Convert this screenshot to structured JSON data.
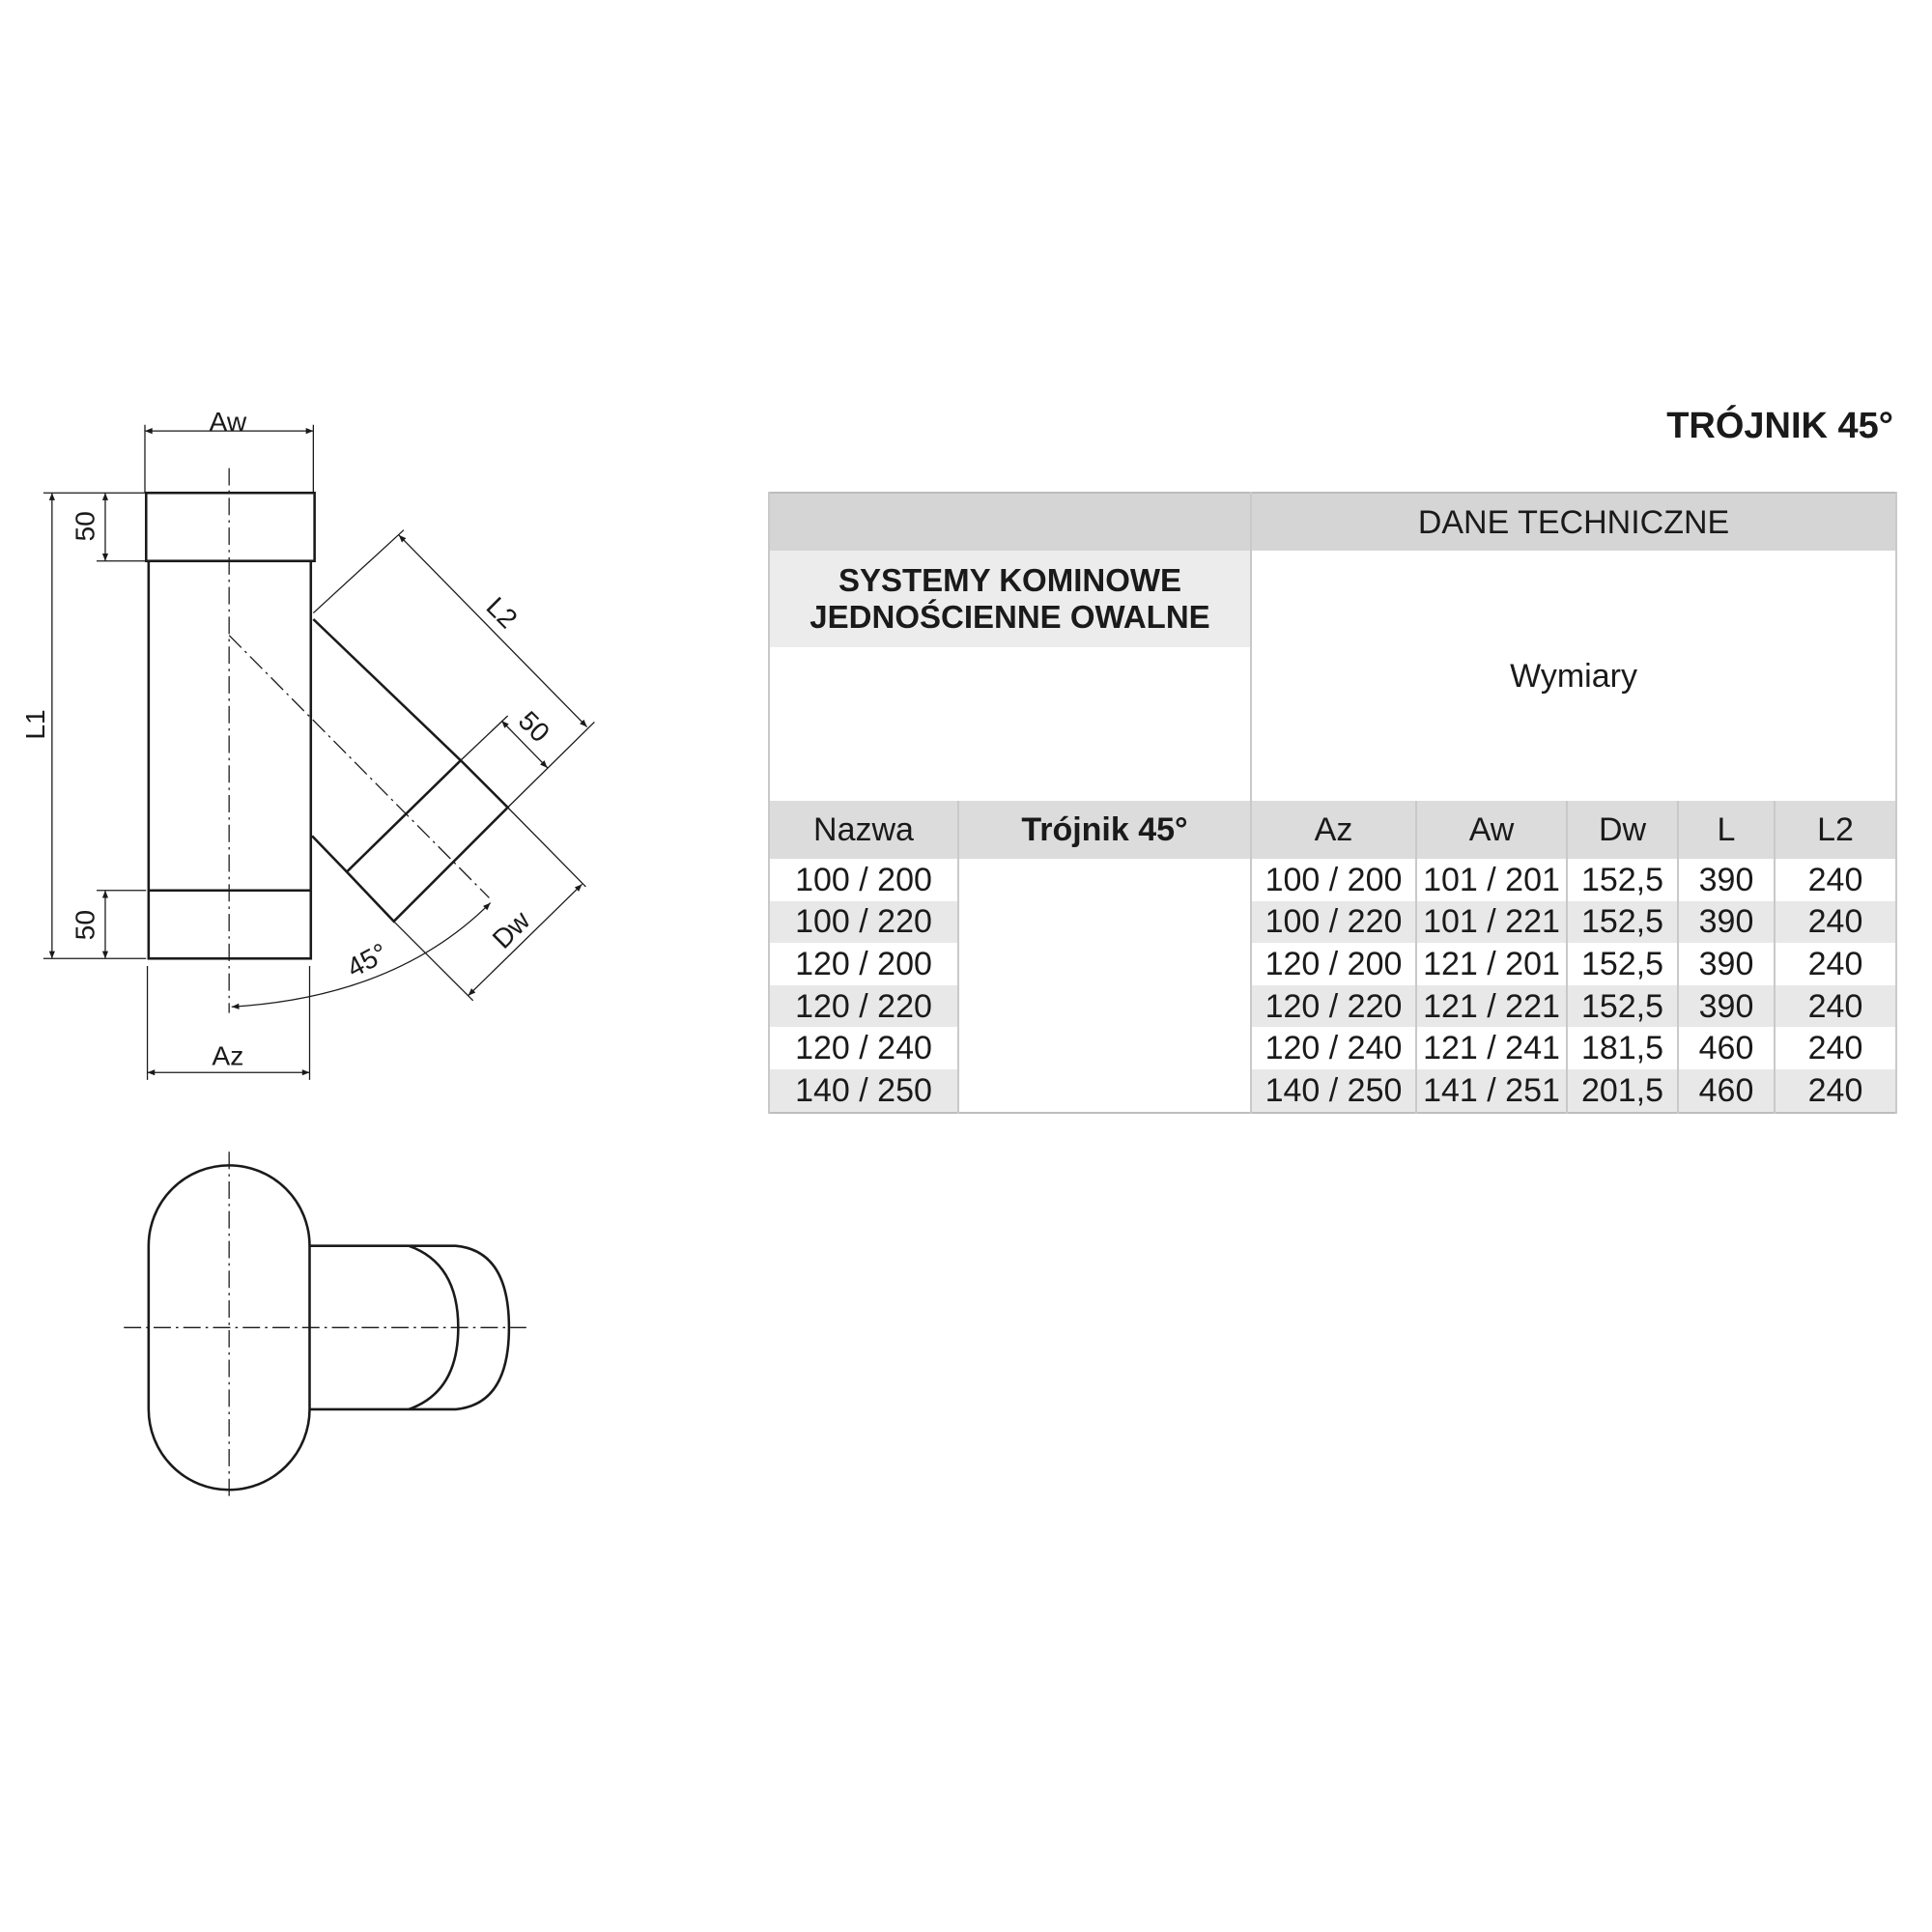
{
  "title": "TRÓJNIK 45°",
  "drawing": {
    "labels": {
      "aw": "Aw",
      "az": "Az",
      "l1": "L1",
      "l2": "L2",
      "dw": "Dw",
      "angle": "45°",
      "socket_top": "50",
      "socket_bottom": "50",
      "socket_branch": "50"
    }
  },
  "table": {
    "section_header": "DANE TECHNICZNE",
    "system_title_line1": "SYSTEMY KOMINOWE",
    "system_title_line2": "JEDNOŚCIENNE OWALNE",
    "dimensions_label": "Wymiary",
    "columns": [
      "Nazwa",
      "Trójnik 45°",
      "Az",
      "Aw",
      "Dw",
      "L",
      "L2"
    ],
    "rows": [
      {
        "nazwa": "100 / 200",
        "az": "100 / 200",
        "aw": "101 / 201",
        "dw": "152,5",
        "l": "390",
        "l2": "240"
      },
      {
        "nazwa": "100 / 220",
        "az": "100 / 220",
        "aw": "101 / 221",
        "dw": "152,5",
        "l": "390",
        "l2": "240"
      },
      {
        "nazwa": "120 / 200",
        "az": "120 / 200",
        "aw": "121 / 201",
        "dw": "152,5",
        "l": "390",
        "l2": "240"
      },
      {
        "nazwa": "120 / 220",
        "az": "120 / 220",
        "aw": "121 / 221",
        "dw": "152,5",
        "l": "390",
        "l2": "240"
      },
      {
        "nazwa": "120 / 240",
        "az": "120 / 240",
        "aw": "121 / 241",
        "dw": "181,5",
        "l": "460",
        "l2": "240"
      },
      {
        "nazwa": "140 / 250",
        "az": "140 / 250",
        "aw": "141 / 251",
        "dw": "201,5",
        "l": "460",
        "l2": "240"
      }
    ]
  }
}
